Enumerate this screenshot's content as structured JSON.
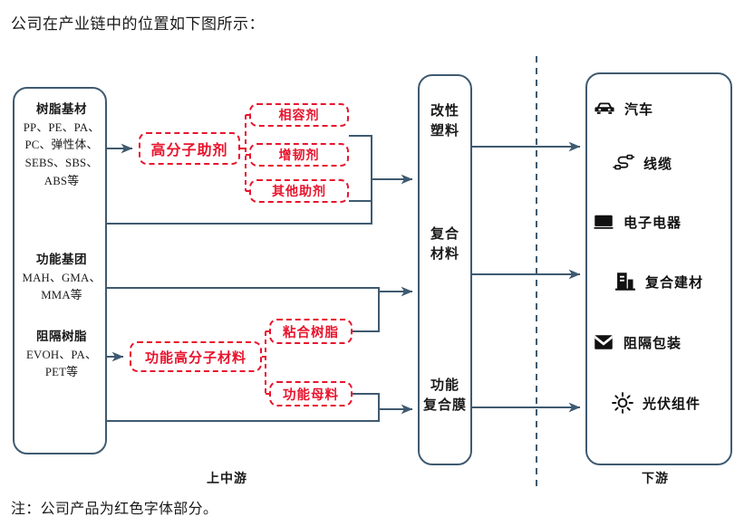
{
  "intro": {
    "text": "公司在产业链中的位置如下图所示："
  },
  "note": {
    "text": "注：公司产品为红色字体部分。"
  },
  "colors": {
    "box_border": "#3f5a70",
    "product_red": "#e8142d",
    "connector": "#3f5a70",
    "divider": "#3f5a70",
    "text": "#1a1a1a"
  },
  "upstream": {
    "groups": [
      {
        "heading": "树脂基材",
        "lines": [
          "PP、PE、PA、",
          "PC、弹性体、",
          "SEBS、SBS、",
          "ABS等"
        ]
      },
      {
        "heading": "功能基团",
        "lines": [
          "MAH、GMA、",
          "MMA等"
        ]
      },
      {
        "heading": "阻隔树脂",
        "lines": [
          "EVOH、PA、",
          "PET等"
        ]
      }
    ]
  },
  "products": {
    "polymer_additive": "高分子助剂",
    "compatibilizer": "相容剂",
    "toughener": "增韧剂",
    "other_additive": "其他助剂",
    "functional_polymer_material": "功能高分子材料",
    "adhesive_resin": "粘合树脂",
    "functional_masterbatch": "功能母料"
  },
  "midstream": {
    "items": [
      "改性\n塑料",
      "复合\n材料",
      "功能\n复合膜"
    ]
  },
  "downstream": {
    "items": [
      {
        "label": "汽车",
        "icon": "car-icon"
      },
      {
        "label": "线缆",
        "icon": "cable-icon"
      },
      {
        "label": "电子电器",
        "icon": "laptop-icon"
      },
      {
        "label": "复合建材",
        "icon": "building-icon"
      },
      {
        "label": "阻隔包装",
        "icon": "envelope-icon"
      },
      {
        "label": "光伏组件",
        "icon": "sun-icon"
      }
    ]
  },
  "captions": {
    "upstream": "上中游",
    "downstream": "下游"
  }
}
